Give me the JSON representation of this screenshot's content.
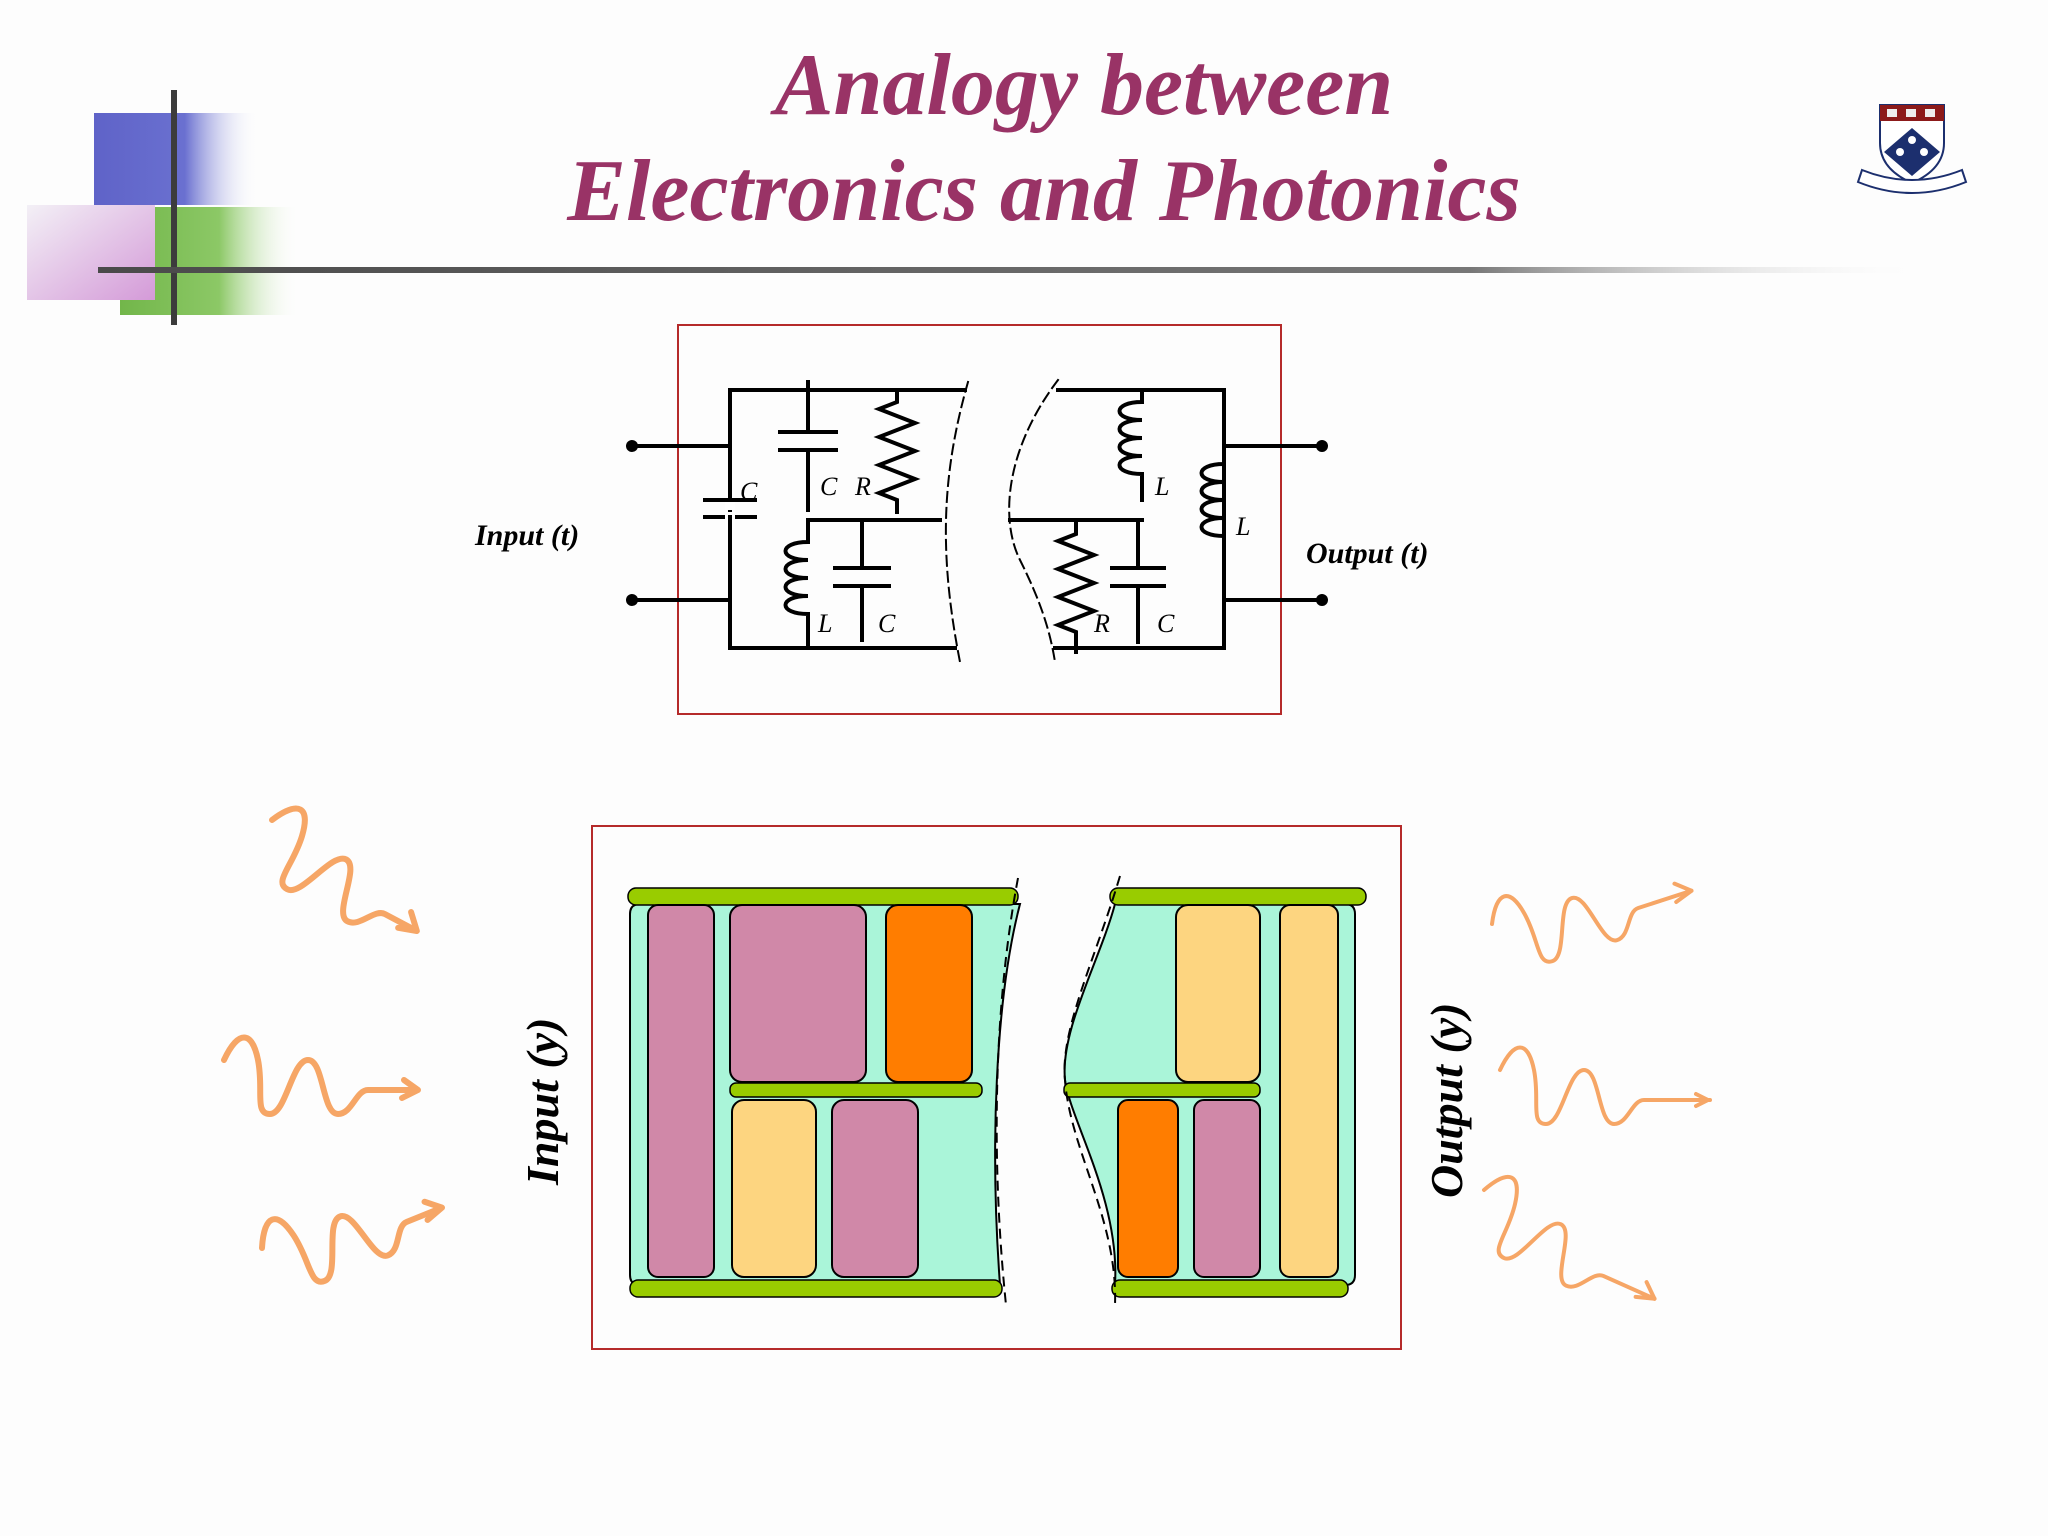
{
  "slide": {
    "title_line1": "Analogy between",
    "title_line2": "Electronics and Photonics"
  },
  "circuit": {
    "input_label": "Input (t)",
    "output_label": "Output (t)",
    "component_labels": {
      "c_left": "C",
      "c_top": "C",
      "r_top": "R",
      "l_bottom": "L",
      "c_bottom": "C",
      "l_right_mid": "L",
      "l_right": "L",
      "r_bottom_right": "R",
      "c_bottom_right": "C"
    }
  },
  "photonic": {
    "input_label": "Input (y)",
    "output_label": "Output (y)"
  },
  "colors": {
    "title": "#993366",
    "frame": "#c0282a",
    "rail": "#99cc00",
    "waveguide": "#aaf5d9",
    "mauve": "#d088a8",
    "peach": "#fdd580",
    "orange": "#ff7d00",
    "wave": "#f6a666"
  }
}
